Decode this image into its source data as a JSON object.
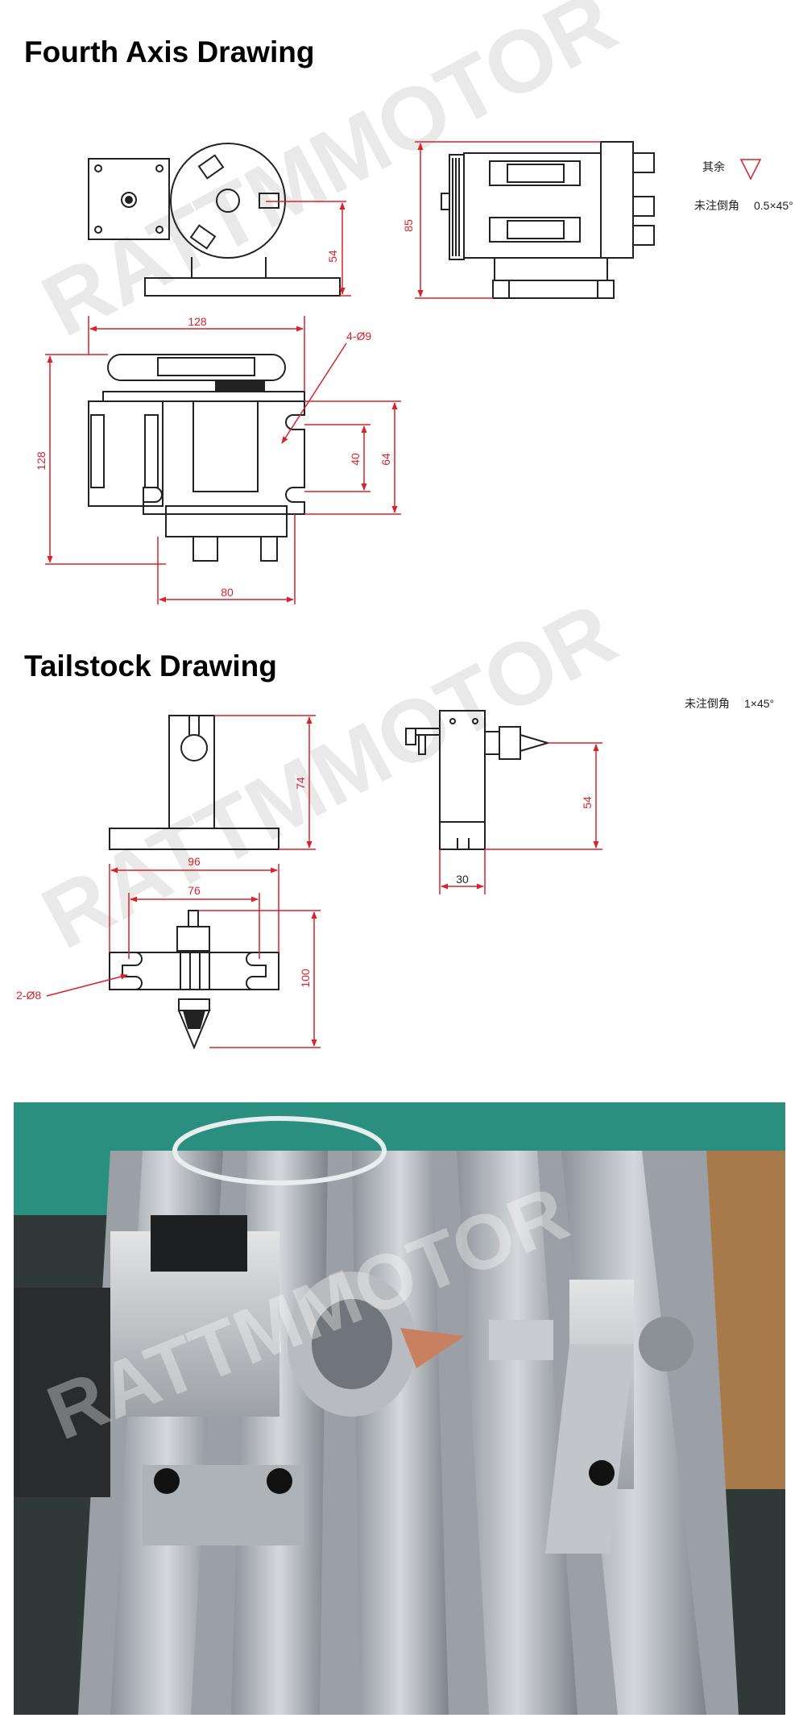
{
  "sections": {
    "fourth_axis": {
      "title": "Fourth Axis Drawing"
    },
    "tailstock": {
      "title": "Tailstock Drawing"
    }
  },
  "fourth_axis": {
    "dim_54": "54",
    "dim_85": "85",
    "dim_128_width": "128",
    "dim_128_height": "128",
    "dim_40": "40",
    "dim_64": "64",
    "dim_80": "80",
    "hole_note": "4-Ø9",
    "note_rest": "其余",
    "note_chamfer": "未注倒角",
    "chamfer_value": "0.5×45°"
  },
  "tailstock": {
    "dim_74": "74",
    "dim_96": "96",
    "dim_76": "76",
    "dim_100": "100",
    "dim_54": "54",
    "dim_30": "30",
    "hole_note": "2-Ø8",
    "note_chamfer": "未注倒角",
    "chamfer_value": "1×45°"
  },
  "watermark": "RATTMMOTOR",
  "colors": {
    "dimension": "#d9222a",
    "line": "#222222",
    "watermark": "#e6e6e6"
  }
}
